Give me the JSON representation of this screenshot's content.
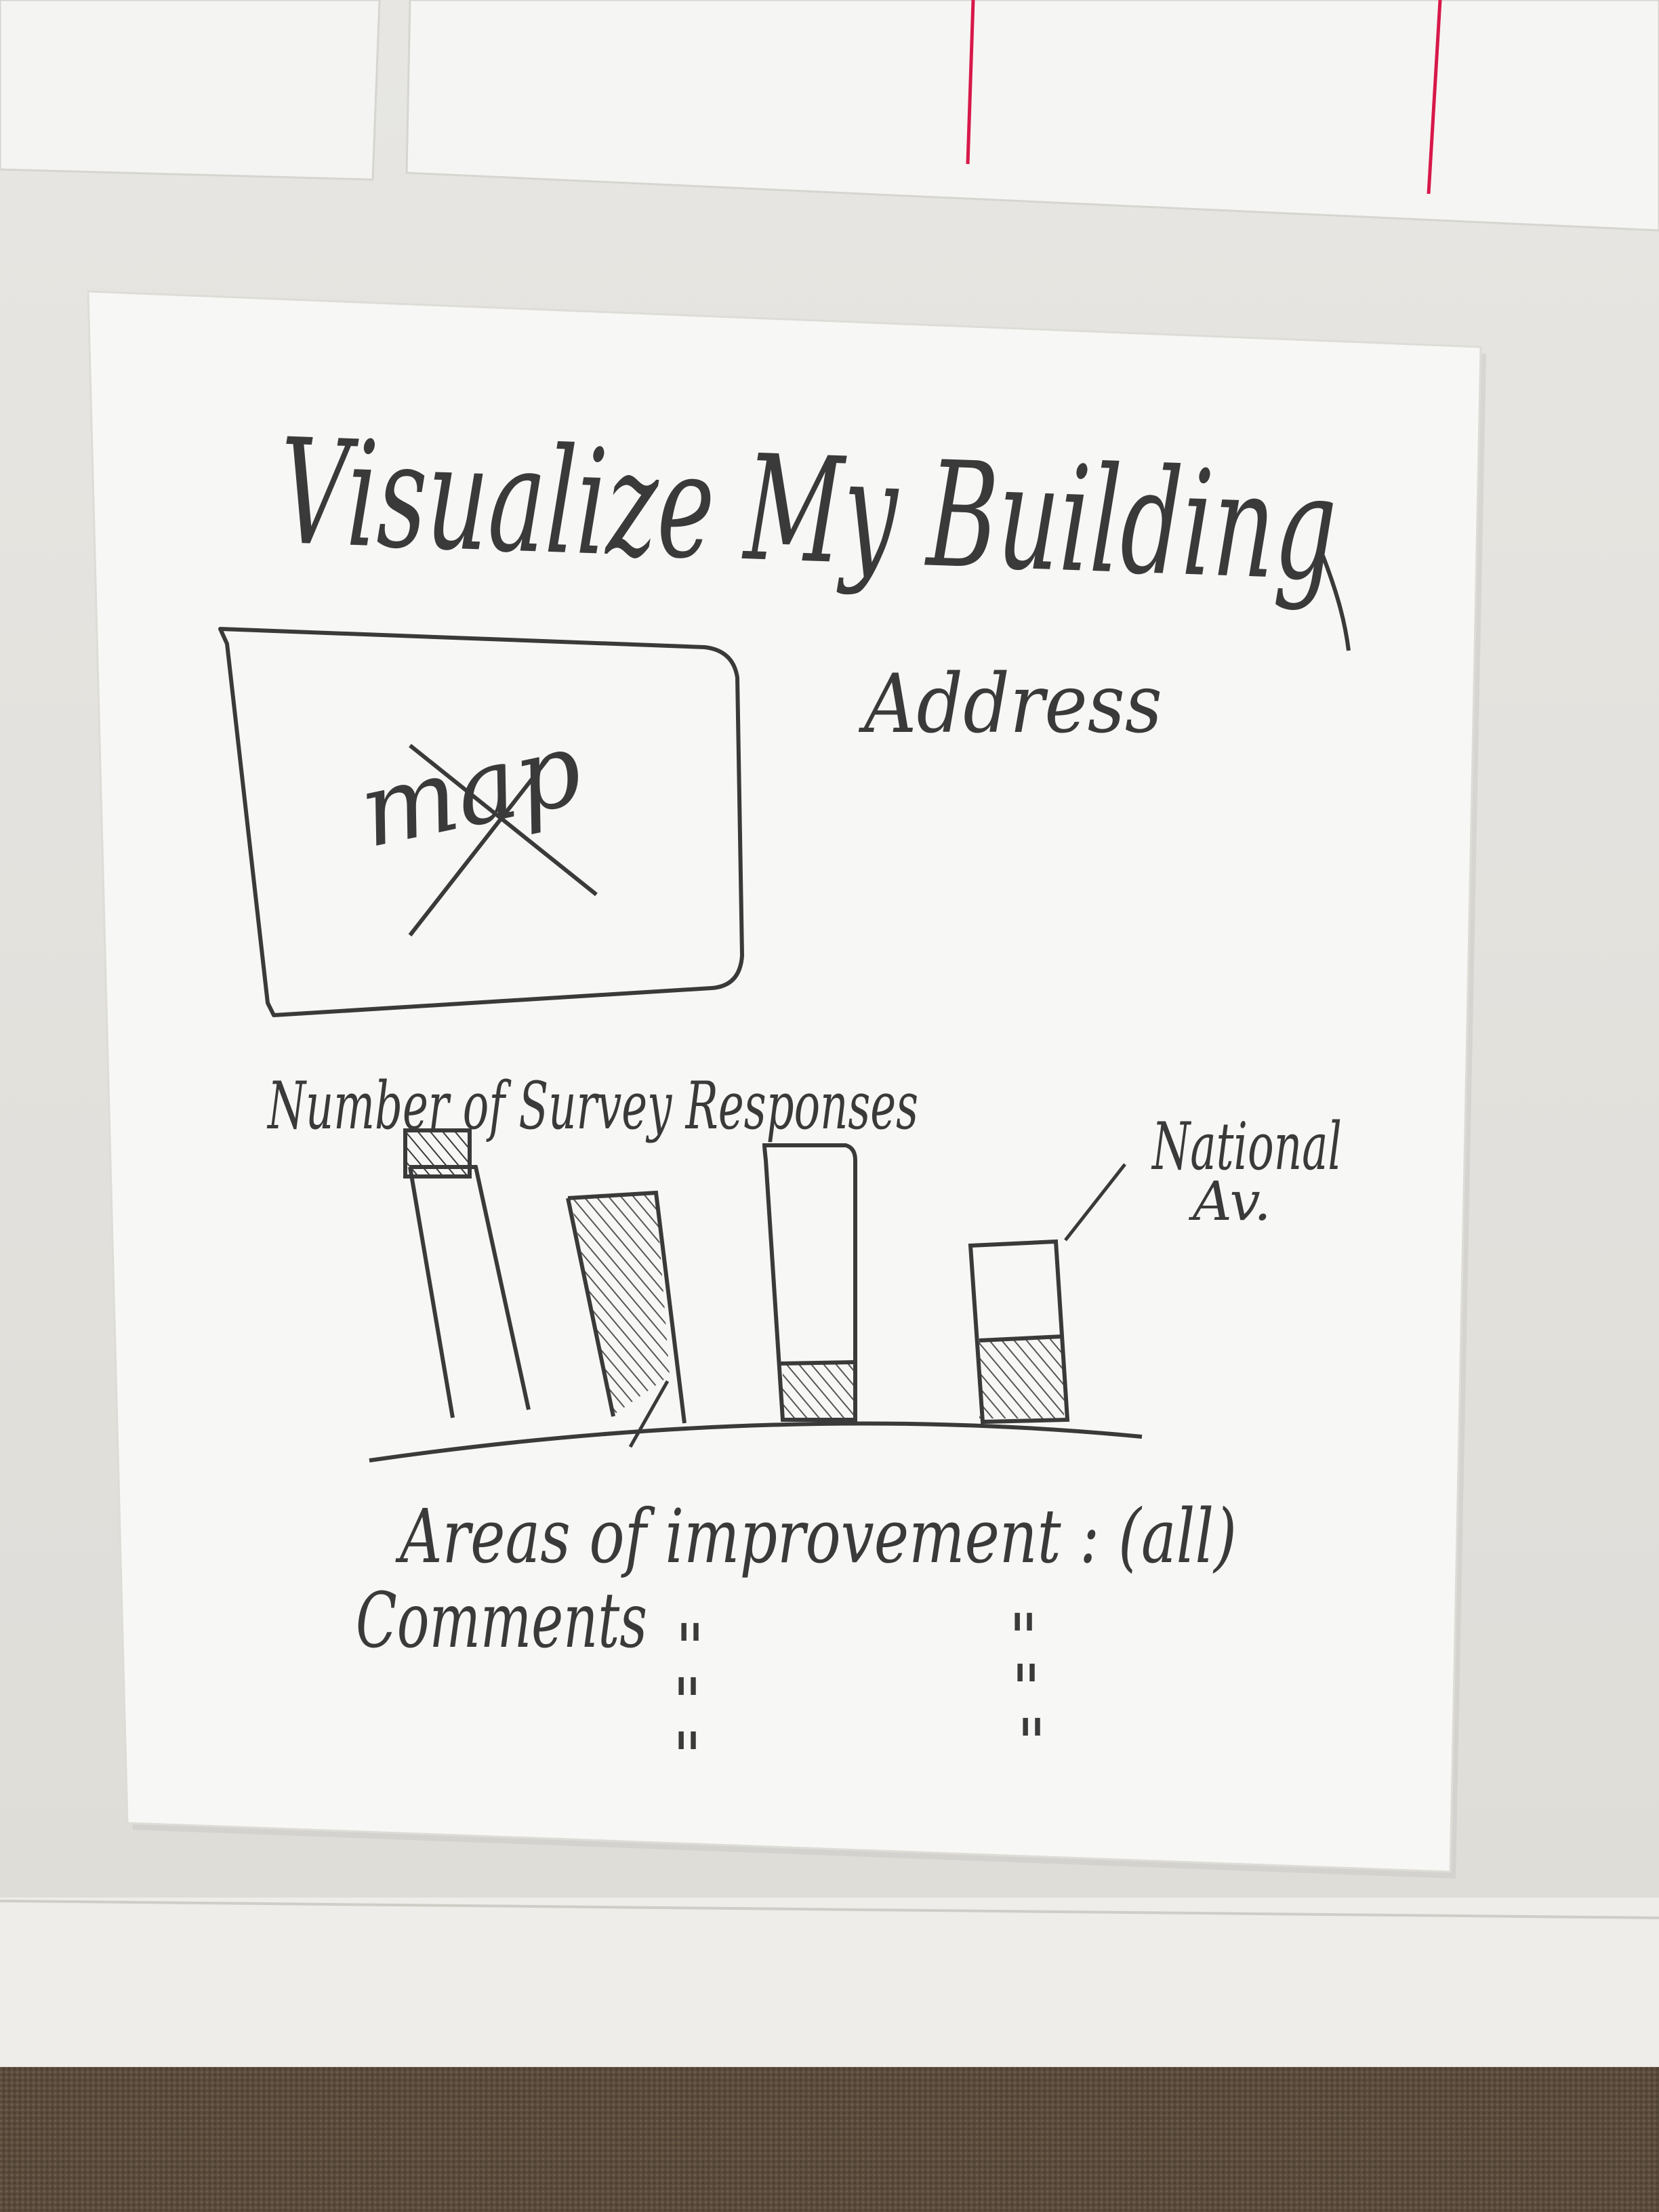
{
  "sheet": {
    "title": "Visualize My Building",
    "address_label": "Address",
    "map_label": "map",
    "chart_heading": "Number of Survey Responses",
    "callout_label_line1": "National",
    "callout_label_line2": "Av.",
    "areas_label": "Areas of improvement : (all)",
    "comments_label": "Comments",
    "ditto_mark": "\"",
    "ditto_rows": 3
  },
  "colors": {
    "wall": "#e9e8e4",
    "paper": "#f7f7f5",
    "ink": "#3a3a3a",
    "red_line": "#d8184a",
    "carpet": "#5a4b3c"
  },
  "chart_data": {
    "type": "bar",
    "note": "hand-drawn sketch; bars show response count (hatched) versus outline",
    "categories": [
      "",
      "",
      "",
      ""
    ],
    "series": [
      {
        "name": "",
        "values": [
          0.9,
          0.78,
          0.9,
          0.58
        ]
      },
      {
        "name": "",
        "values": [
          0.1,
          0.7,
          0.15,
          0.22
        ]
      }
    ],
    "callout": "National Av."
  }
}
